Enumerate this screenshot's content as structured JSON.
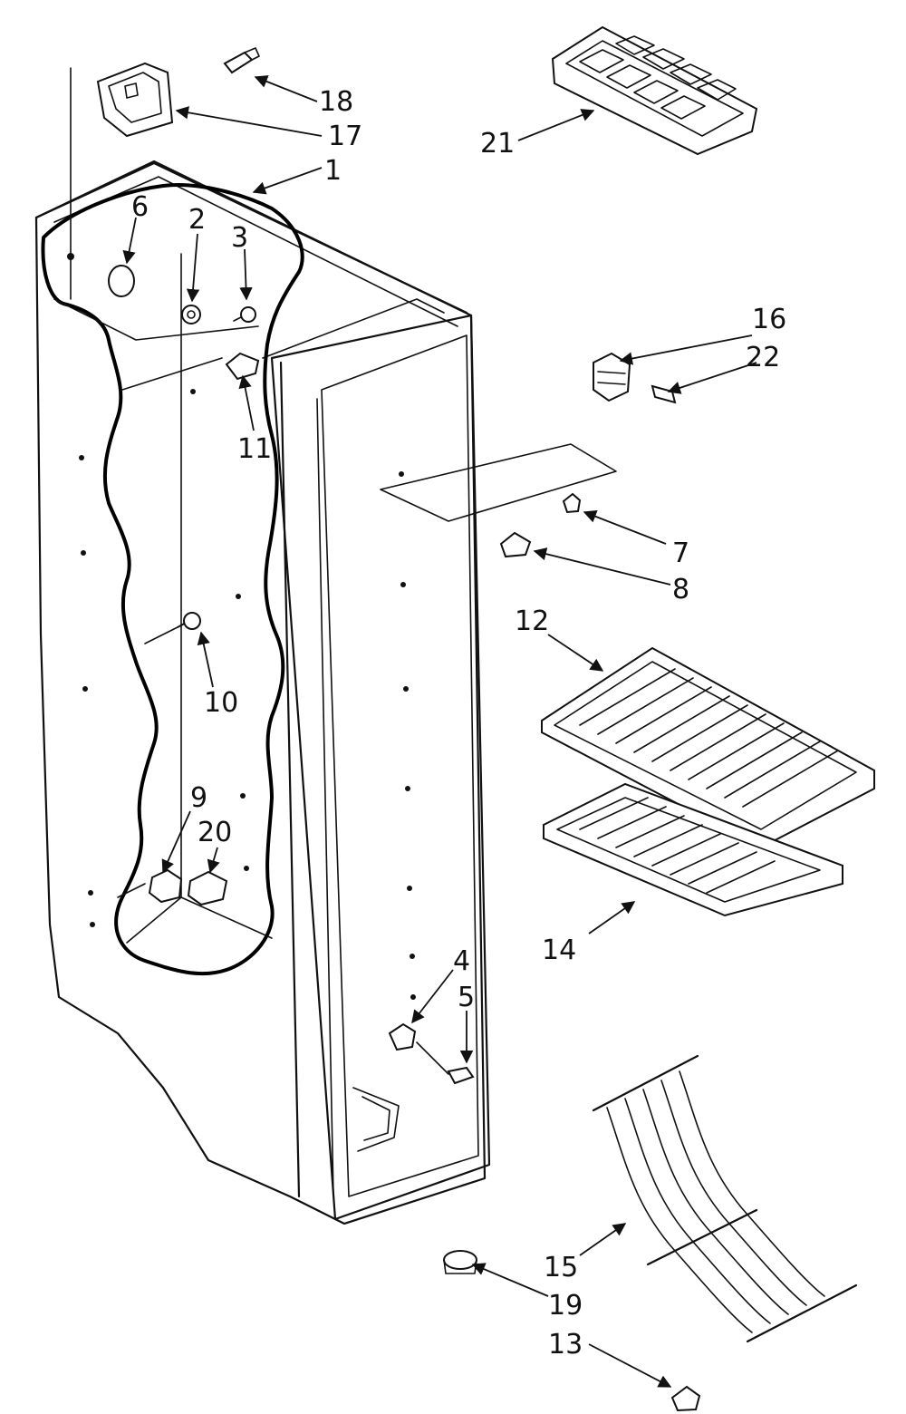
{
  "callouts": [
    {
      "id": "c18",
      "text": "18"
    },
    {
      "id": "c17",
      "text": "17"
    },
    {
      "id": "c1",
      "text": "1"
    },
    {
      "id": "c21",
      "text": "21"
    },
    {
      "id": "c6",
      "text": "6"
    },
    {
      "id": "c2",
      "text": "2"
    },
    {
      "id": "c3",
      "text": "3"
    },
    {
      "id": "c11",
      "text": "11"
    },
    {
      "id": "c16",
      "text": "16"
    },
    {
      "id": "c22",
      "text": "22"
    },
    {
      "id": "c7",
      "text": "7"
    },
    {
      "id": "c8",
      "text": "8"
    },
    {
      "id": "c12",
      "text": "12"
    },
    {
      "id": "c10",
      "text": "10"
    },
    {
      "id": "c9",
      "text": "9"
    },
    {
      "id": "c20",
      "text": "20"
    },
    {
      "id": "c14",
      "text": "14"
    },
    {
      "id": "c4",
      "text": "4"
    },
    {
      "id": "c5",
      "text": "5"
    },
    {
      "id": "c15",
      "text": "15"
    },
    {
      "id": "c19",
      "text": "19"
    },
    {
      "id": "c13",
      "text": "13"
    }
  ]
}
